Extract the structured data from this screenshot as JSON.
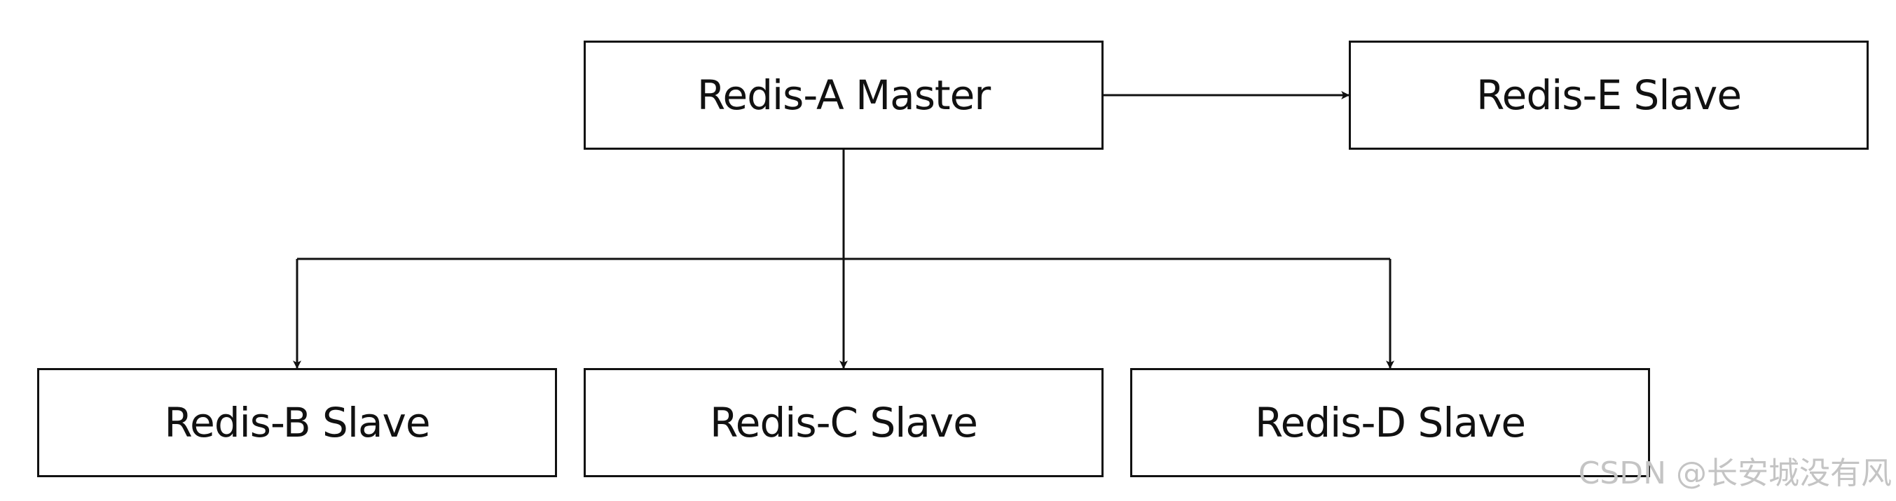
{
  "diagram": {
    "nodes": {
      "a": {
        "label": "Redis-A Master"
      },
      "b": {
        "label": "Redis-B Slave"
      },
      "c": {
        "label": "Redis-C Slave"
      },
      "d": {
        "label": "Redis-D Slave"
      },
      "e": {
        "label": "Redis-E Slave"
      }
    },
    "edges": [
      {
        "from": "a",
        "to": "e"
      },
      {
        "from": "a",
        "to": "b"
      },
      {
        "from": "a",
        "to": "c"
      },
      {
        "from": "a",
        "to": "d"
      }
    ],
    "colors": {
      "stroke": "#111111",
      "fill": "#ffffff",
      "watermark": "#c4c4c4"
    }
  },
  "watermark": {
    "text": "CSDN @长安城没有风"
  }
}
